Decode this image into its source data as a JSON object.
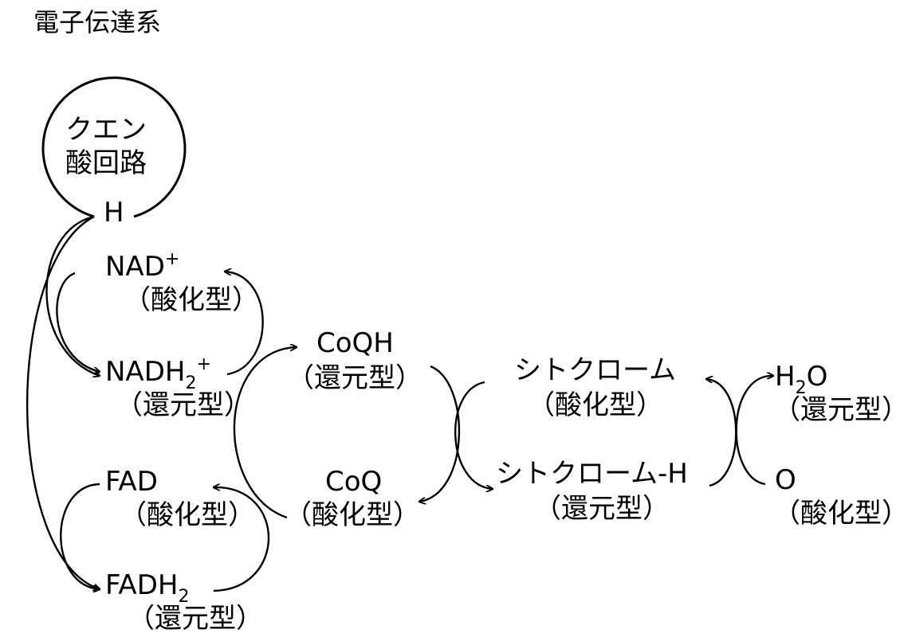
{
  "title": "電子伝達系",
  "cycle": {
    "line1": "クエン",
    "line2": "酸回路"
  },
  "labels": {
    "h": "H",
    "nad": "NAD",
    "nad_sup": "+",
    "nad_state": "（酸化型）",
    "nadh": "NADH",
    "nadh_sub": "2",
    "nadh_sup": "+",
    "nadh_state": "（還元型）",
    "fad": "FAD",
    "fad_state": "（酸化型）",
    "fadh": "FADH",
    "fadh_sub": "2",
    "fadh_state": "（還元型）",
    "coqh": "CoQH",
    "coqh_state": "（還元型）",
    "coq": "CoQ",
    "coq_state": "（酸化型）",
    "cyt_ox": "シトクローム",
    "cyt_ox_state": "（酸化型）",
    "cyt_red": "シトクローム-H",
    "cyt_red_state": "（還元型）",
    "h2o_h": "H",
    "h2o_sub": "2",
    "h2o_o": "O",
    "h2o_state": "（還元型）",
    "o": "O",
    "o_state": "（酸化型）"
  }
}
